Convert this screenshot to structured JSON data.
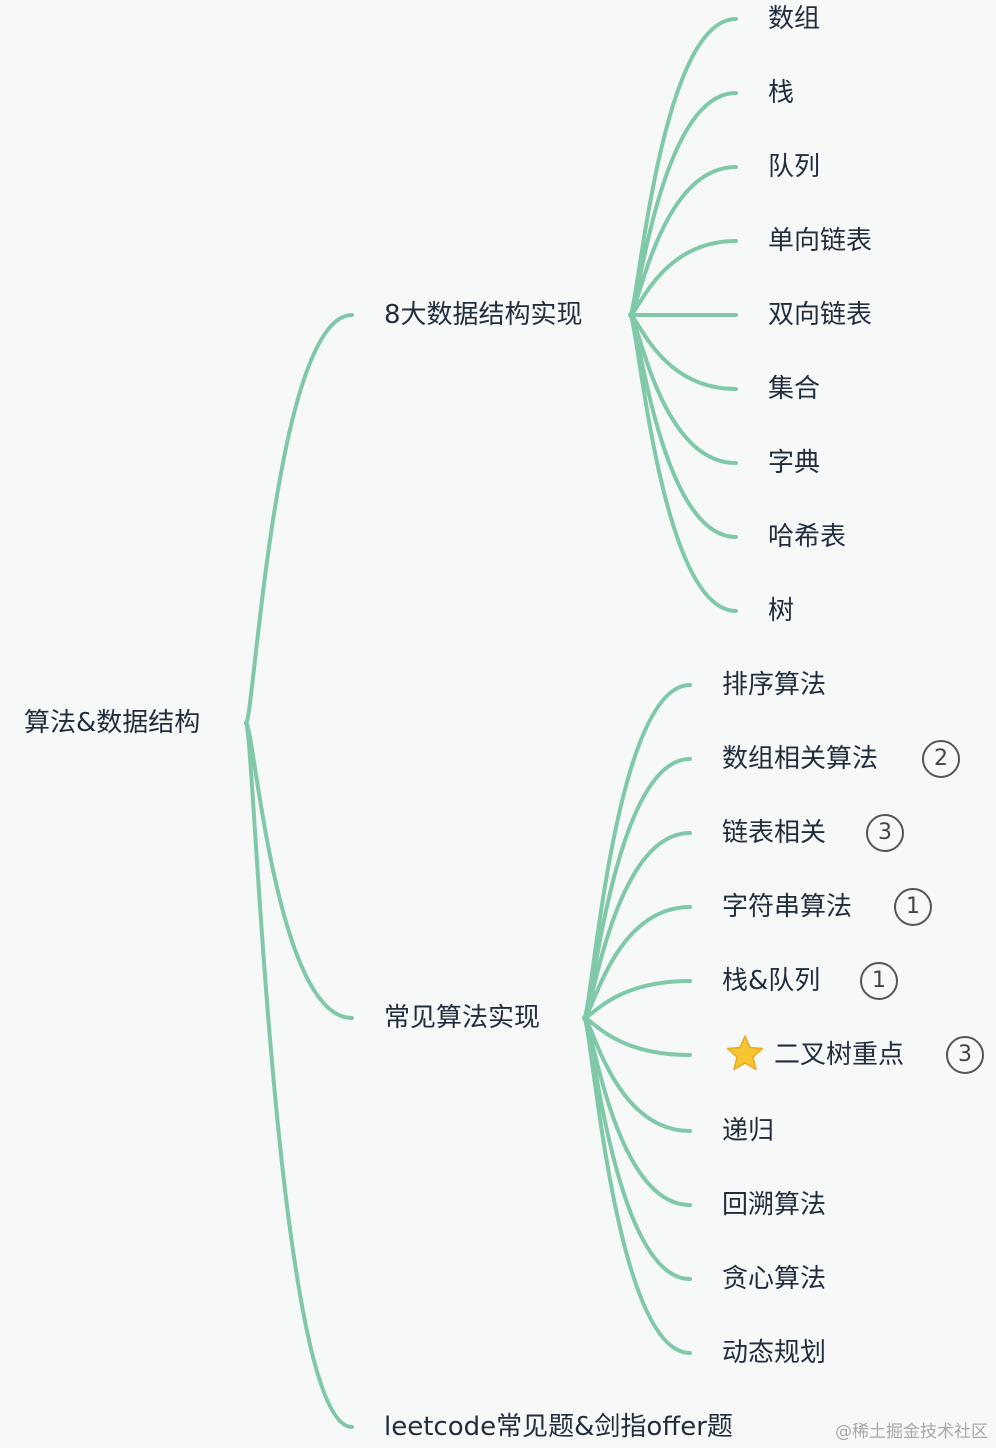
{
  "root": {
    "label": "算法&数据结构"
  },
  "branches": [
    {
      "label": "8大数据结构实现",
      "children": [
        {
          "label": "数组"
        },
        {
          "label": "栈"
        },
        {
          "label": "队列"
        },
        {
          "label": "单向链表"
        },
        {
          "label": "双向链表"
        },
        {
          "label": "集合"
        },
        {
          "label": "字典"
        },
        {
          "label": "哈希表"
        },
        {
          "label": "树"
        }
      ]
    },
    {
      "label": "常见算法实现",
      "children": [
        {
          "label": "排序算法"
        },
        {
          "label": "数组相关算法",
          "badge": "2"
        },
        {
          "label": "链表相关",
          "badge": "3"
        },
        {
          "label": "字符串算法",
          "badge": "1"
        },
        {
          "label": "栈&队列",
          "badge": "1"
        },
        {
          "label": "二叉树重点",
          "badge": "3",
          "icon": "star-icon"
        },
        {
          "label": "递归"
        },
        {
          "label": "回溯算法"
        },
        {
          "label": "贪心算法"
        },
        {
          "label": "动态规划"
        }
      ]
    },
    {
      "label": "leetcode常见题&剑指offer题",
      "children": []
    }
  ],
  "watermark": "@稀土掘金技术社区",
  "colors": {
    "edge": "#7fc9a9",
    "text": "#1f2d3d",
    "background": "#f7f8f8",
    "star": "#f6c431"
  }
}
